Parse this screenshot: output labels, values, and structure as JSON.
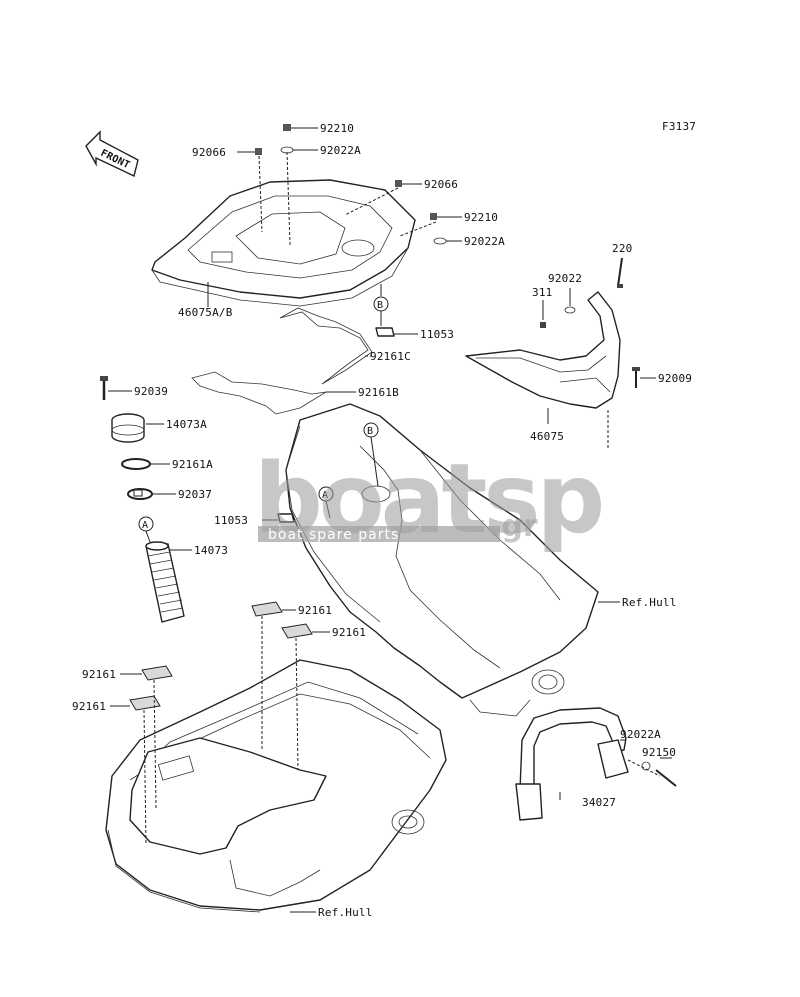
{
  "diagram": {
    "figure_code": "F3137",
    "front_label": "FRONT",
    "watermark": {
      "main": "boatsp",
      "suffix": ".gr",
      "tagline": "boat spare parts"
    },
    "callouts": {
      "c1": "A",
      "c2": "B",
      "c3": "B",
      "c4": "A"
    },
    "labels": {
      "l92210a": "92210",
      "l92066a": "92066",
      "l92022Aa": "92022A",
      "l92066b": "92066",
      "l92210b": "92210",
      "l92022Ab": "92022A",
      "l46075AB": "46075A/B",
      "l11053a": "11053",
      "l92161C": "92161C",
      "l92161B": "92161B",
      "l92039": "92039",
      "l14073A": "14073A",
      "l92161A": "92161A",
      "l92037": "92037",
      "l11053b": "11053",
      "l14073": "14073",
      "l220": "220",
      "l92022": "92022",
      "l311": "311",
      "l92009": "92009",
      "l46075": "46075",
      "lRefHull1": "Ref.Hull",
      "l92161a": "92161",
      "l92161b": "92161",
      "l92161c": "92161",
      "l92161d": "92161",
      "l92022Ac": "92022A",
      "l92150": "92150",
      "l34027": "34027",
      "lRefHull2": "Ref.Hull"
    }
  }
}
